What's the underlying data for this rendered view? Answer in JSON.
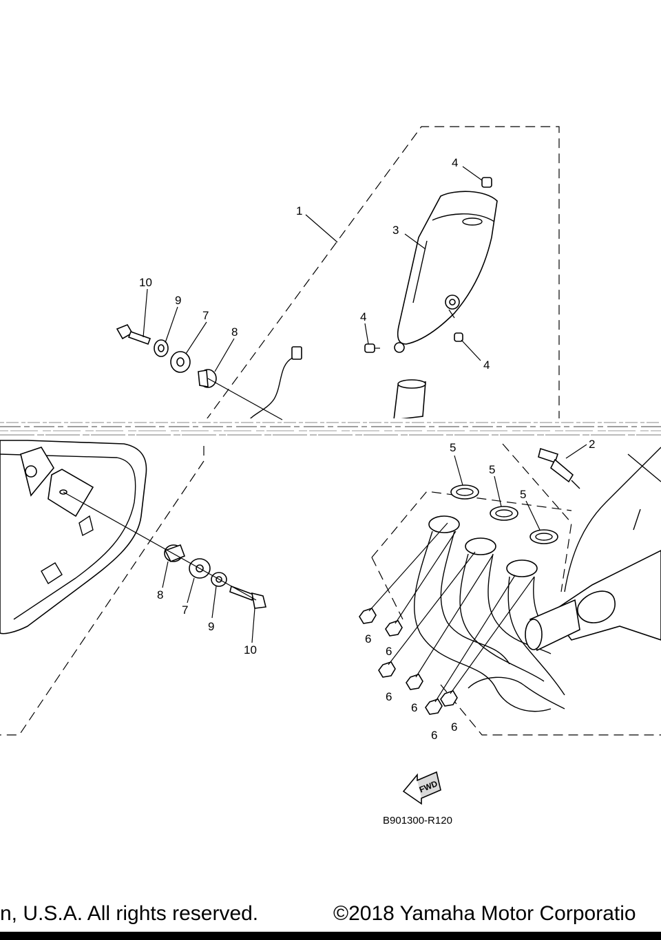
{
  "callouts": {
    "c1": "1",
    "c2": "2",
    "c3": "3",
    "c4a": "4",
    "c4b": "4",
    "c4c": "4",
    "c5a": "5",
    "c5b": "5",
    "c5c": "5",
    "c6a": "6",
    "c6b": "6",
    "c6c": "6",
    "c6d": "6",
    "c6e": "6",
    "c6f": "6",
    "c7a": "7",
    "c7b": "7",
    "c8a": "8",
    "c8b": "8",
    "c9a": "9",
    "c9b": "9",
    "c10a": "10",
    "c10b": "10"
  },
  "fwd_label": "FWD",
  "diagram_code": "B901300-R120",
  "copyright_left": "n, U.S.A. All rights reserved.",
  "copyright_right": "©2018 Yamaha Motor Corporatio"
}
